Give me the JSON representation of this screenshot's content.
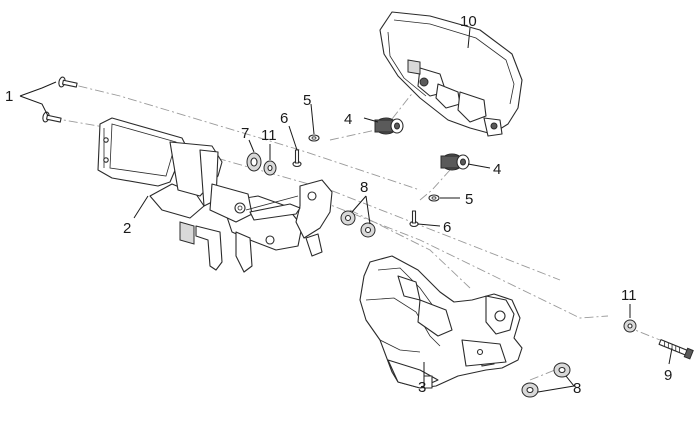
{
  "callouts": [
    {
      "id": "c1",
      "label": "1"
    },
    {
      "id": "c2",
      "label": "2"
    },
    {
      "id": "c3",
      "label": "3"
    },
    {
      "id": "c4a",
      "label": "4"
    },
    {
      "id": "c4b",
      "label": "4"
    },
    {
      "id": "c5a",
      "label": "5"
    },
    {
      "id": "c5b",
      "label": "5"
    },
    {
      "id": "c6a",
      "label": "6"
    },
    {
      "id": "c6b",
      "label": "6"
    },
    {
      "id": "c7",
      "label": "7"
    },
    {
      "id": "c8a",
      "label": "8"
    },
    {
      "id": "c8b",
      "label": "8"
    },
    {
      "id": "c9",
      "label": "9"
    },
    {
      "id": "c10",
      "label": "10"
    },
    {
      "id": "c11a",
      "label": "11"
    },
    {
      "id": "c11b",
      "label": "11"
    }
  ]
}
